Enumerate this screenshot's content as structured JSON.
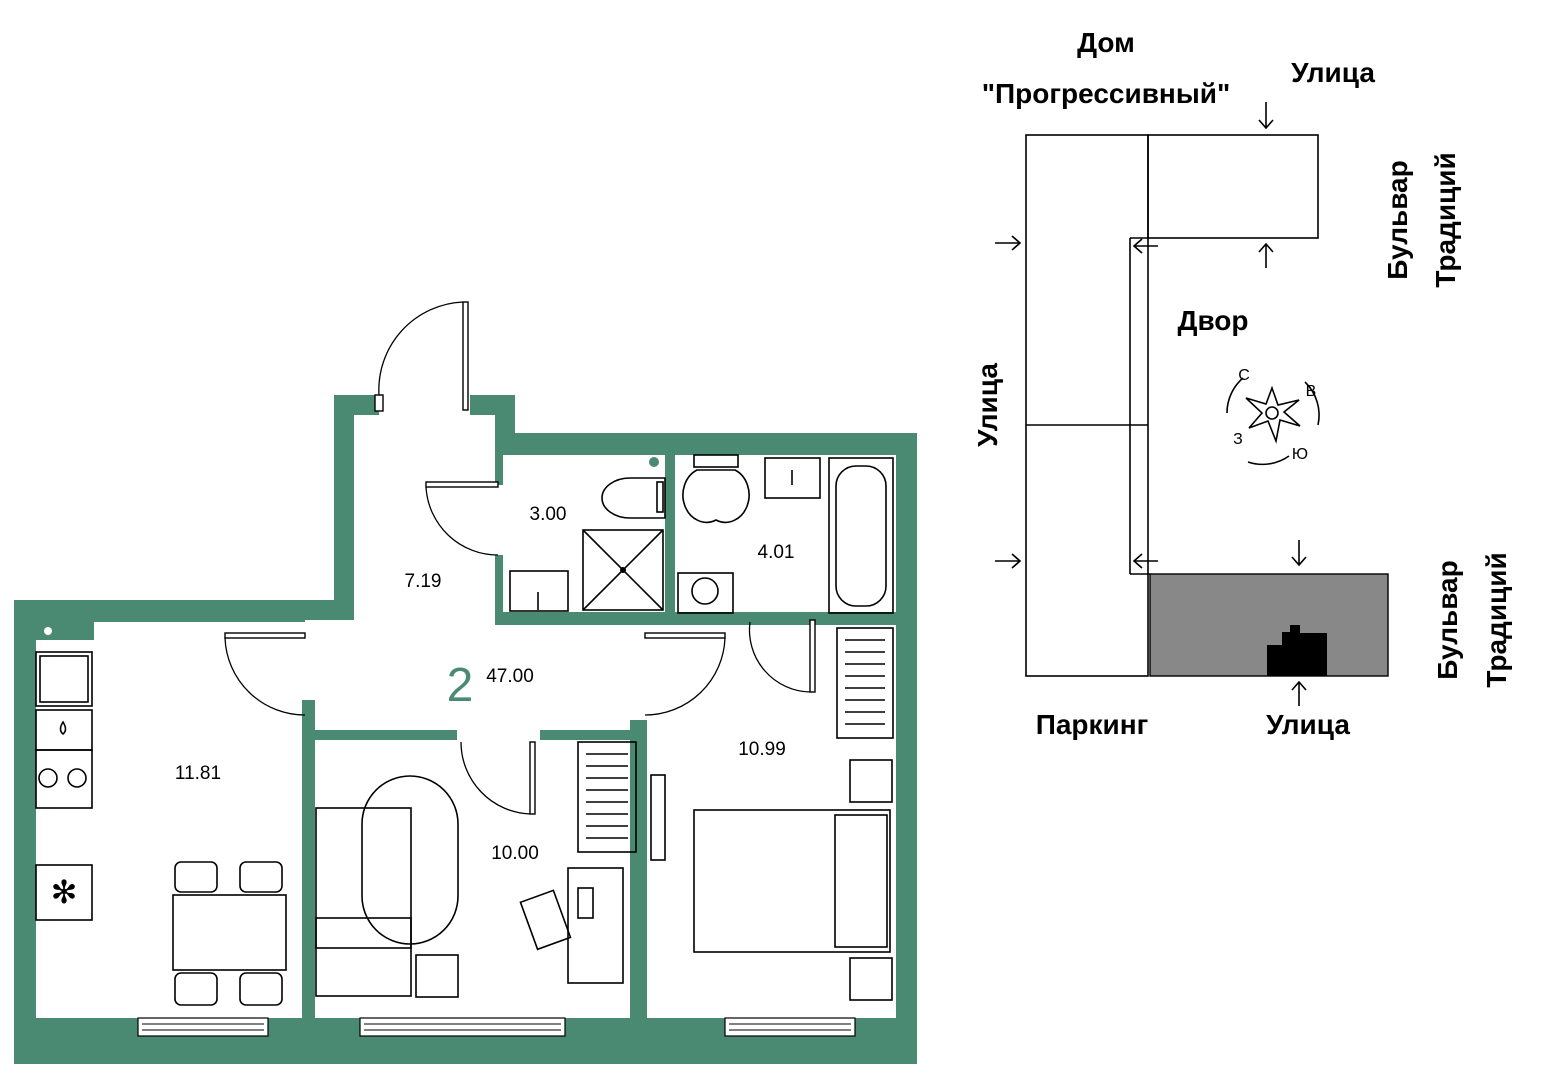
{
  "floorplan": {
    "rooms_count": "2",
    "total_area": "47.00",
    "rooms": [
      {
        "id": "hallway",
        "area": "7.19"
      },
      {
        "id": "bathroom-small",
        "area": "3.00"
      },
      {
        "id": "bathroom-large",
        "area": "4.01"
      },
      {
        "id": "kitchen",
        "area": "11.81"
      },
      {
        "id": "living-room",
        "area": "10.00"
      },
      {
        "id": "bedroom",
        "area": "10.99"
      }
    ],
    "wall_color": "#4a8a72"
  },
  "site_plan": {
    "house_name_line1": "Дом",
    "house_name_line2": "\"Прогрессивный\"",
    "street_top": "Улица",
    "street_left": "Улица",
    "street_bottom": "Улица",
    "boulevard_upper_line1": "Бульвар",
    "boulevard_upper_line2": "Традиций",
    "boulevard_lower_line1": "Бульвар",
    "boulevard_lower_line2": "Традиций",
    "yard": "Двор",
    "parking": "Паркинг",
    "compass": {
      "north": "С",
      "east": "В",
      "south": "Ю",
      "west": "З"
    },
    "highlight_color": "#888888"
  }
}
